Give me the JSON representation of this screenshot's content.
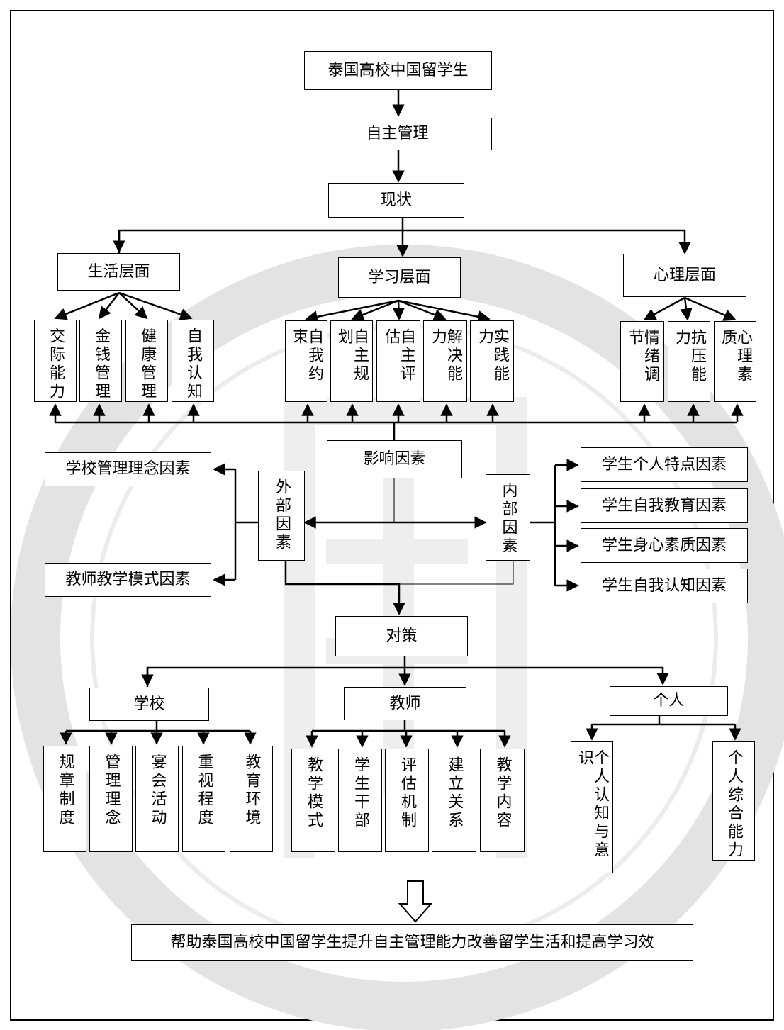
{
  "root": "泰国高校中国留学生",
  "self_management": "自主管理",
  "status": "现状",
  "levels": {
    "life": {
      "title": "生活层面",
      "items": [
        "交际能力",
        "金钱管理",
        "健康管理",
        "自我认知"
      ]
    },
    "study": {
      "title": "学习层面",
      "items": [
        "自我约束",
        "自主规划",
        "自主评估",
        "解决能力",
        "实践能力"
      ]
    },
    "mental": {
      "title": "心理层面",
      "items": [
        "情绪调节",
        "抗压能力",
        "心理素质"
      ]
    }
  },
  "factors": {
    "title": "影响因素",
    "external": {
      "title": "外部因素",
      "items": [
        "学校管理理念因素",
        "教师教学模式因素"
      ]
    },
    "internal": {
      "title": "内部因素",
      "items": [
        "学生个人特点因素",
        "学生自我教育因素",
        "学生身心素质因素",
        "学生自我认知因素"
      ]
    }
  },
  "countermeasures": {
    "title": "对策",
    "school": {
      "title": "学校",
      "items": [
        "规章制度",
        "管理理念",
        "宴会活动",
        "重视程度",
        "教育环境"
      ]
    },
    "teacher": {
      "title": "教师",
      "items": [
        "教学模式",
        "学生干部",
        "评估机制",
        "建立关系",
        "教学内容"
      ]
    },
    "individual": {
      "title": "个人",
      "items": [
        "个人认知与意识",
        "个人综合能力"
      ]
    }
  },
  "goal": "帮助泰国高校中国留学生提升自主管理能力改善留学生活和提高学习效"
}
